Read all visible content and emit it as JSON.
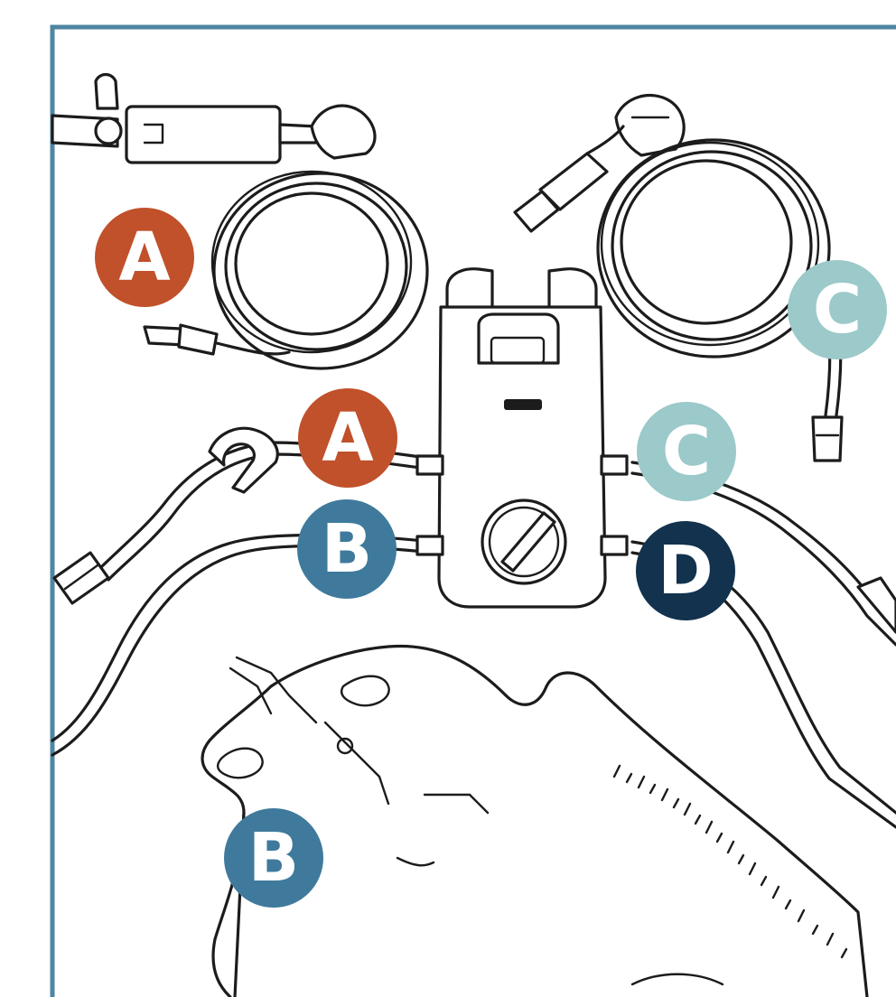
{
  "colors": {
    "frame": "#4f86a2",
    "A": "#c0512b",
    "B": "#3f7a9c",
    "C": "#9cc9ca",
    "D": "#12324e"
  },
  "labels": {
    "a_tubing": "A",
    "a_port": "A",
    "b_port": "B",
    "b_bag": "B",
    "c_tubing": "C",
    "c_port": "C",
    "d_port": "D"
  }
}
